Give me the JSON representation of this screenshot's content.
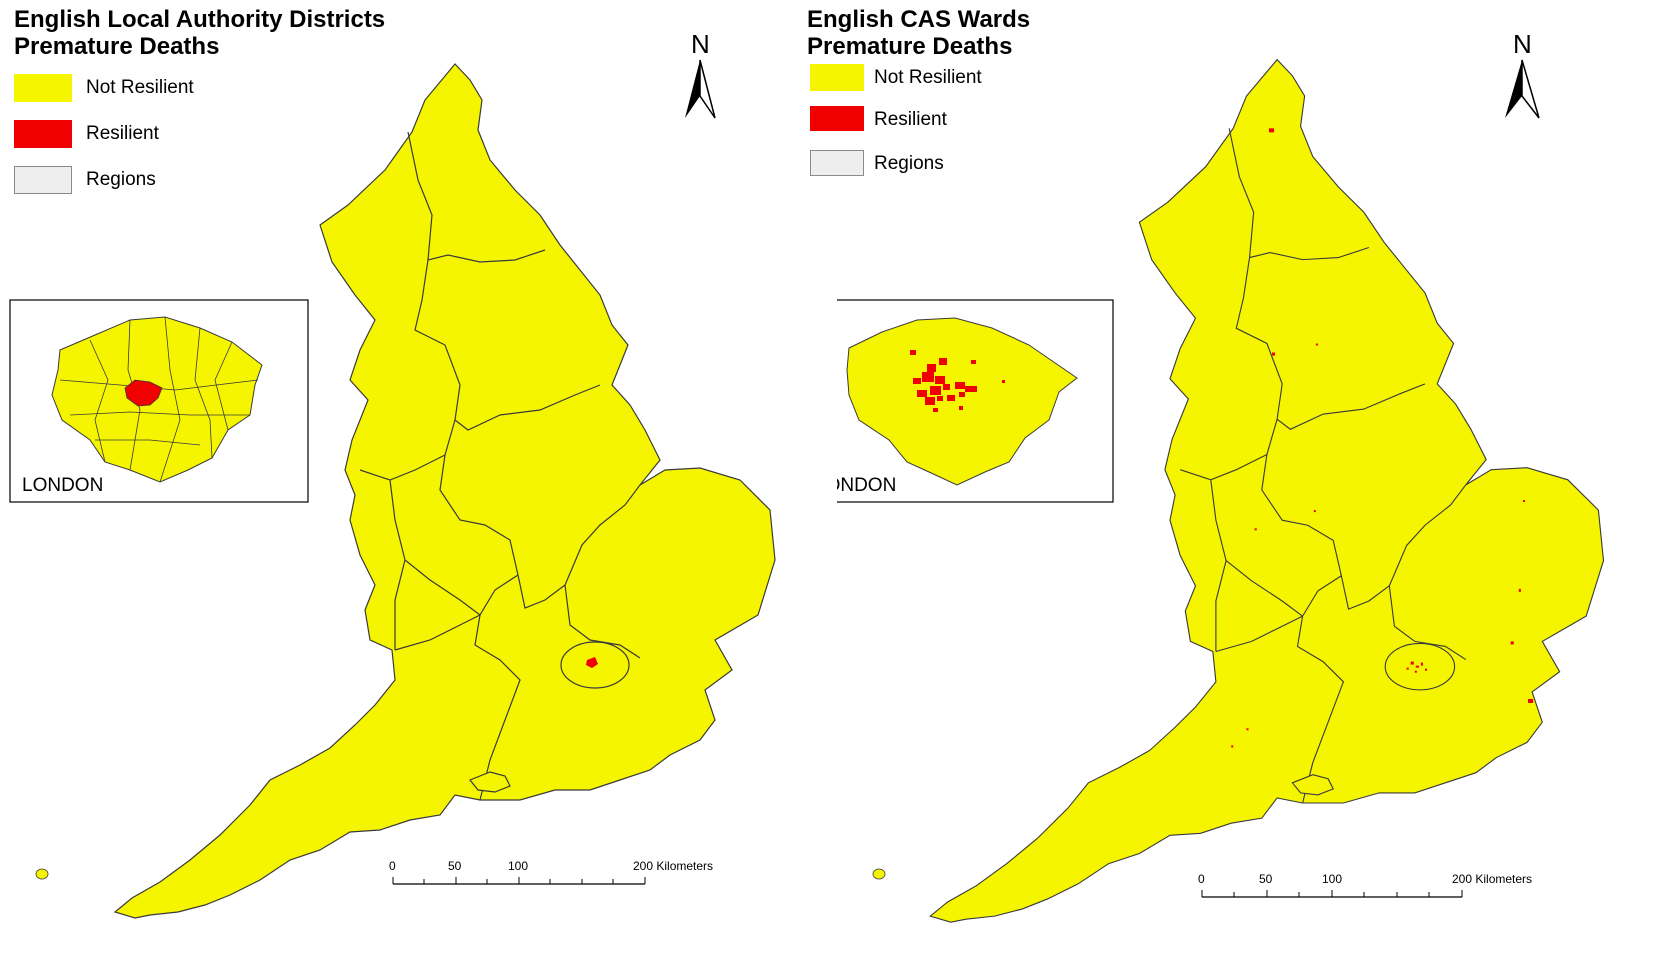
{
  "colors": {
    "not_resilient": "#f5f500",
    "resilient": "#f00000",
    "regions": "#eeeeee",
    "boundary": "#3a3a3a"
  },
  "maps": [
    {
      "title_line1": "English Local Authority Districts",
      "title_line2": "Premature Deaths",
      "legend": [
        {
          "label": "Not Resilient",
          "color": "#f5f500"
        },
        {
          "label": "Resilient",
          "color": "#f00000"
        },
        {
          "label": "Regions",
          "color": "#eeeeee"
        }
      ],
      "inset_label": "LONDON",
      "north_label": "N",
      "scale": {
        "ticks": [
          "0",
          "50",
          "100"
        ],
        "end_label": "200 Kilometers"
      }
    },
    {
      "title_line1": "English CAS Wards",
      "title_line2": "Premature Deaths",
      "legend": [
        {
          "label": "Not Resilient",
          "color": "#f5f500"
        },
        {
          "label": "Resilient",
          "color": "#f00000"
        },
        {
          "label": "Regions",
          "color": "#eeeeee"
        }
      ],
      "inset_label": "LONDON",
      "north_label": "N",
      "scale": {
        "ticks": [
          "0",
          "50",
          "100"
        ],
        "end_label": "200 Kilometers"
      }
    }
  ]
}
